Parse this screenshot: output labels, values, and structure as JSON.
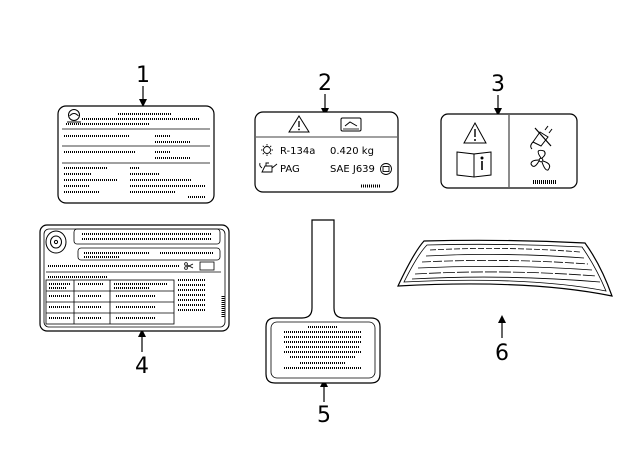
{
  "callouts": [
    "1",
    "2",
    "3",
    "4",
    "5",
    "6"
  ],
  "label2": {
    "refrigerant": "R-134a",
    "charge": "0.420 kg",
    "oil": "PAG",
    "standard": "SAE J639"
  },
  "icons": {
    "label1": "vehicle-maker-logo-icon",
    "label2_top": [
      "warning-triangle-icon",
      "service-manual-icon"
    ],
    "label2_rows": [
      "sun-snowflake-icon",
      "oil-can-icon",
      "compressor-icon"
    ],
    "label3": [
      "warning-triangle-icon",
      "read-manual-icon",
      "plug-icon",
      "fan-icon"
    ],
    "label4": "tire-icon"
  }
}
